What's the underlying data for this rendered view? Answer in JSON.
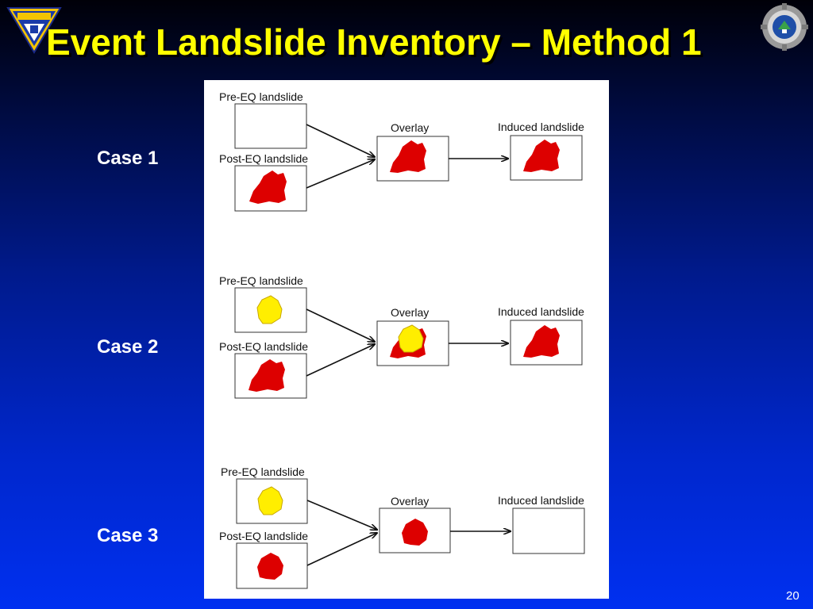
{
  "slide": {
    "title": "Event Landslide Inventory – Method 1",
    "slide_number": "20",
    "colors": {
      "title": "#ffff00",
      "background_top": "#000008",
      "background_bottom": "#0030f0",
      "landslide_new": "#dd0000",
      "landslide_old": "#ffee00"
    },
    "logos": {
      "left": "university-shield-logo",
      "right": "gear-seal-logo"
    }
  },
  "cases": [
    {
      "label": "Case 1",
      "pre_label": "Pre-EQ landslide",
      "post_label": "Post-EQ landslide",
      "overlay_label": "Overlay",
      "induced_label": "Induced landslide",
      "pre_content": "empty",
      "post_content": "red",
      "overlay_content": "red",
      "induced_content": "red"
    },
    {
      "label": "Case 2",
      "pre_label": "Pre-EQ landslide",
      "post_label": "Post-EQ landslide",
      "overlay_label": "Overlay",
      "induced_label": "Induced landslide",
      "pre_content": "yellow",
      "post_content": "red",
      "overlay_content": "red with yellow",
      "induced_content": "red"
    },
    {
      "label": "Case 3",
      "pre_label": "Pre-EQ landslide",
      "post_label": "Post-EQ landslide",
      "overlay_label": "Overlay",
      "induced_label": "Induced landslide",
      "pre_content": "yellow",
      "post_content": "red",
      "overlay_content": "red",
      "induced_content": "empty"
    }
  ]
}
